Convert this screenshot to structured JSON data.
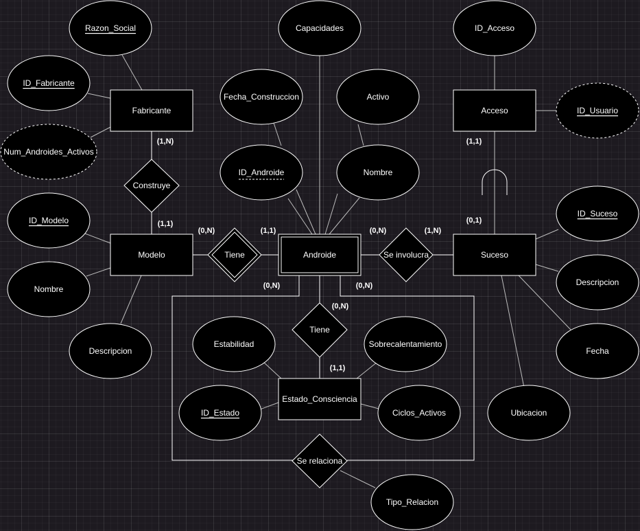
{
  "entities": {
    "fabricante": "Fabricante",
    "modelo": "Modelo",
    "androide": "Androide",
    "acceso": "Acceso",
    "suceso": "Suceso",
    "estado_consciencia": "Estado_Consciencia"
  },
  "relationships": {
    "construye": "Construye",
    "tiene_modelo": "Tiene",
    "se_involucra": "Se involucra",
    "tiene_estado": "Tiene",
    "se_relaciona": "Se relaciona"
  },
  "attributes": {
    "razon_social": "Razon_Social",
    "id_fabricante": "ID_Fabricante",
    "num_androides_activos": "Num_Androides_Activos",
    "id_modelo": "ID_Modelo",
    "nombre_modelo": "Nombre",
    "descripcion_modelo": "Descripcion",
    "capacidades": "Capacidades",
    "fecha_construccion": "Fecha_Construccion",
    "activo": "Activo",
    "id_androide": "ID_Androide",
    "nombre_androide": "Nombre",
    "id_acceso": "ID_Acceso",
    "id_usuario": "ID_Usuario",
    "id_suceso": "ID_Suceso",
    "descripcion_suceso": "Descripcion",
    "fecha": "Fecha",
    "ubicacion": "Ubicacion",
    "estabilidad": "Estabilidad",
    "sobrecalentamiento": "Sobrecalentamiento",
    "id_estado": "ID_Estado",
    "ciclos_activos": "Ciclos_Activos",
    "tipo_relacion": "Tipo_Relacion"
  },
  "cardinalities": {
    "fabricante_construye": "(1,N)",
    "construye_modelo": "(1,1)",
    "modelo_tiene": "(0,N)",
    "tiene_androide": "(1,1)",
    "androide_se_involucra": "(0,N)",
    "se_involucra_suceso": "(1,N)",
    "acceso_side": "(1,1)",
    "suceso_top": "(0,1)",
    "androide_box_left": "(0,N)",
    "androide_box_right": "(0,N)",
    "androide_tiene_estado": "(0,N)",
    "tiene_estado_consciencia": "(1,1)"
  },
  "colors": {
    "background": "#1d1a20",
    "shape_fill": "#000000",
    "stroke": "#ffffff",
    "edge": "#bdbdbd"
  }
}
